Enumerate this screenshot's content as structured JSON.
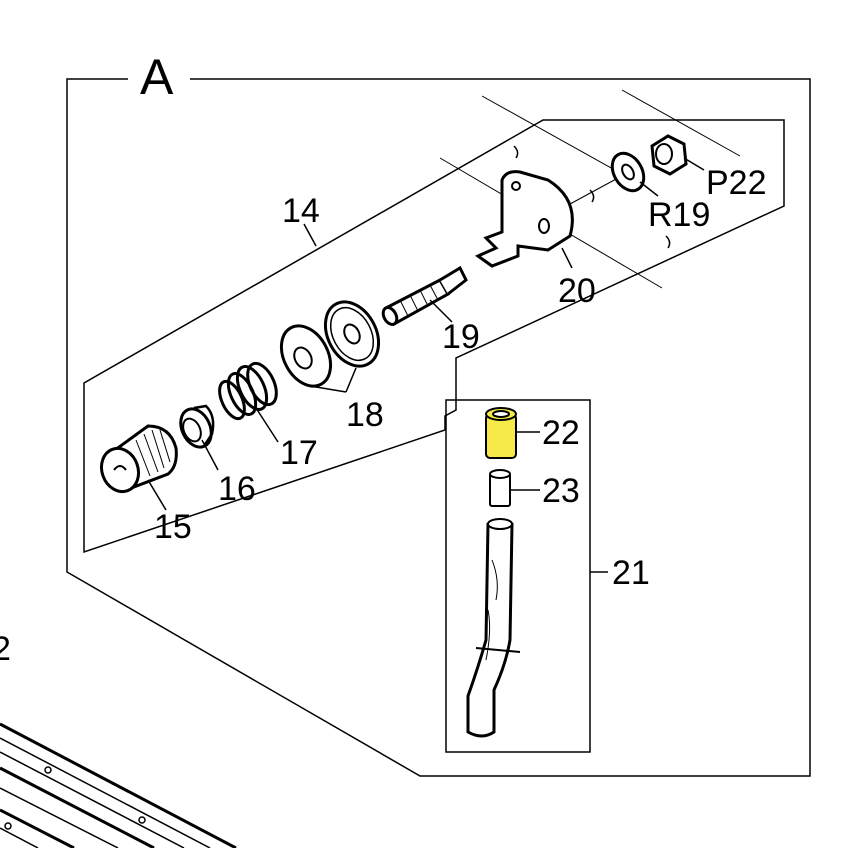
{
  "section": {
    "label": "A"
  },
  "parts": [
    {
      "id": "p14",
      "label": "14"
    },
    {
      "id": "p15",
      "label": "15"
    },
    {
      "id": "p16",
      "label": "16"
    },
    {
      "id": "p17",
      "label": "17"
    },
    {
      "id": "p18",
      "label": "18"
    },
    {
      "id": "p19",
      "label": "19"
    },
    {
      "id": "p20",
      "label": "20"
    },
    {
      "id": "pR19",
      "label": "R19"
    },
    {
      "id": "pP22",
      "label": "P22"
    },
    {
      "id": "p21",
      "label": "21"
    },
    {
      "id": "p22",
      "label": "22"
    },
    {
      "id": "p23",
      "label": "23"
    }
  ],
  "edge_label": "2",
  "highlight_color": "#f5ea4a"
}
